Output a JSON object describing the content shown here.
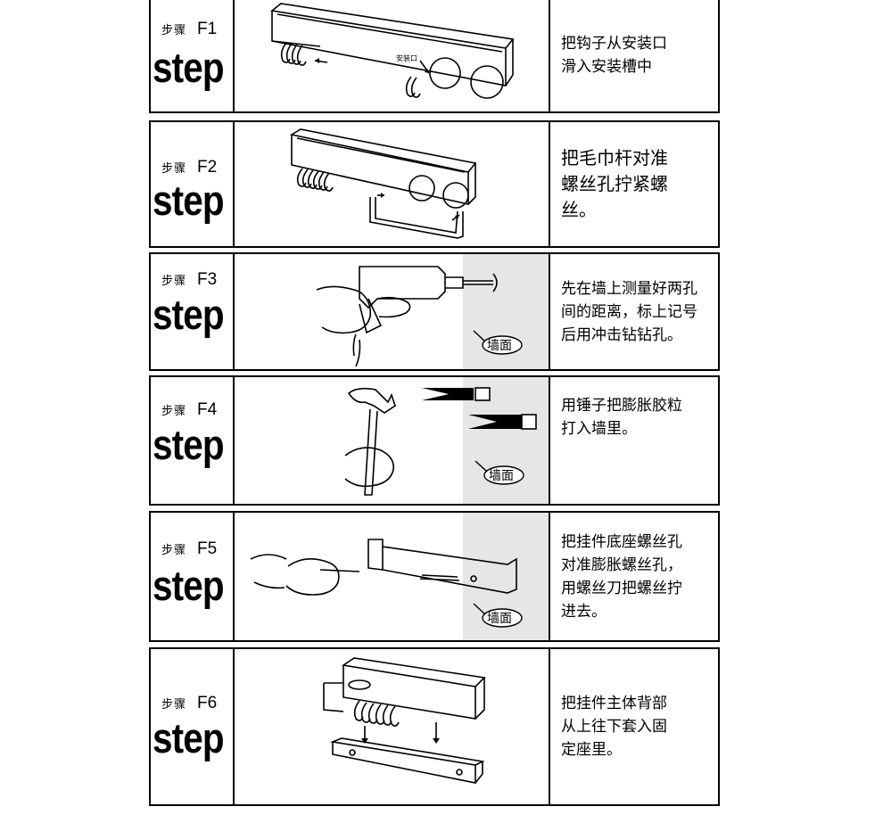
{
  "steps": [
    {
      "prefix": "步骤",
      "num": "F1",
      "big": "step",
      "text": "把钩子从安装口\n滑入安装槽中",
      "callout": "安装口"
    },
    {
      "prefix": "步骤",
      "num": "F2",
      "big": "step",
      "text": "把毛巾杆对准\n螺丝孔拧紧螺\n丝。"
    },
    {
      "prefix": "步骤",
      "num": "F3",
      "big": "step",
      "text": "先在墙上测量好两孔\n间的距离，标上记号\n后用冲击钻钻孔。",
      "wall_label": "墙面"
    },
    {
      "prefix": "步骤",
      "num": "F4",
      "big": "step",
      "text": "用锤子把膨胀胶粒\n打入墙里。",
      "wall_label": "墙面"
    },
    {
      "prefix": "步骤",
      "num": "F5",
      "big": "step",
      "text": "把挂件底座螺丝孔\n对准膨胀螺丝孔，\n用螺丝刀把螺丝拧\n进去。",
      "wall_label": "墙面"
    },
    {
      "prefix": "步骤",
      "num": "F6",
      "big": "step",
      "text": "把挂件主体背部\n从上往下套入固\n定座里。"
    }
  ]
}
